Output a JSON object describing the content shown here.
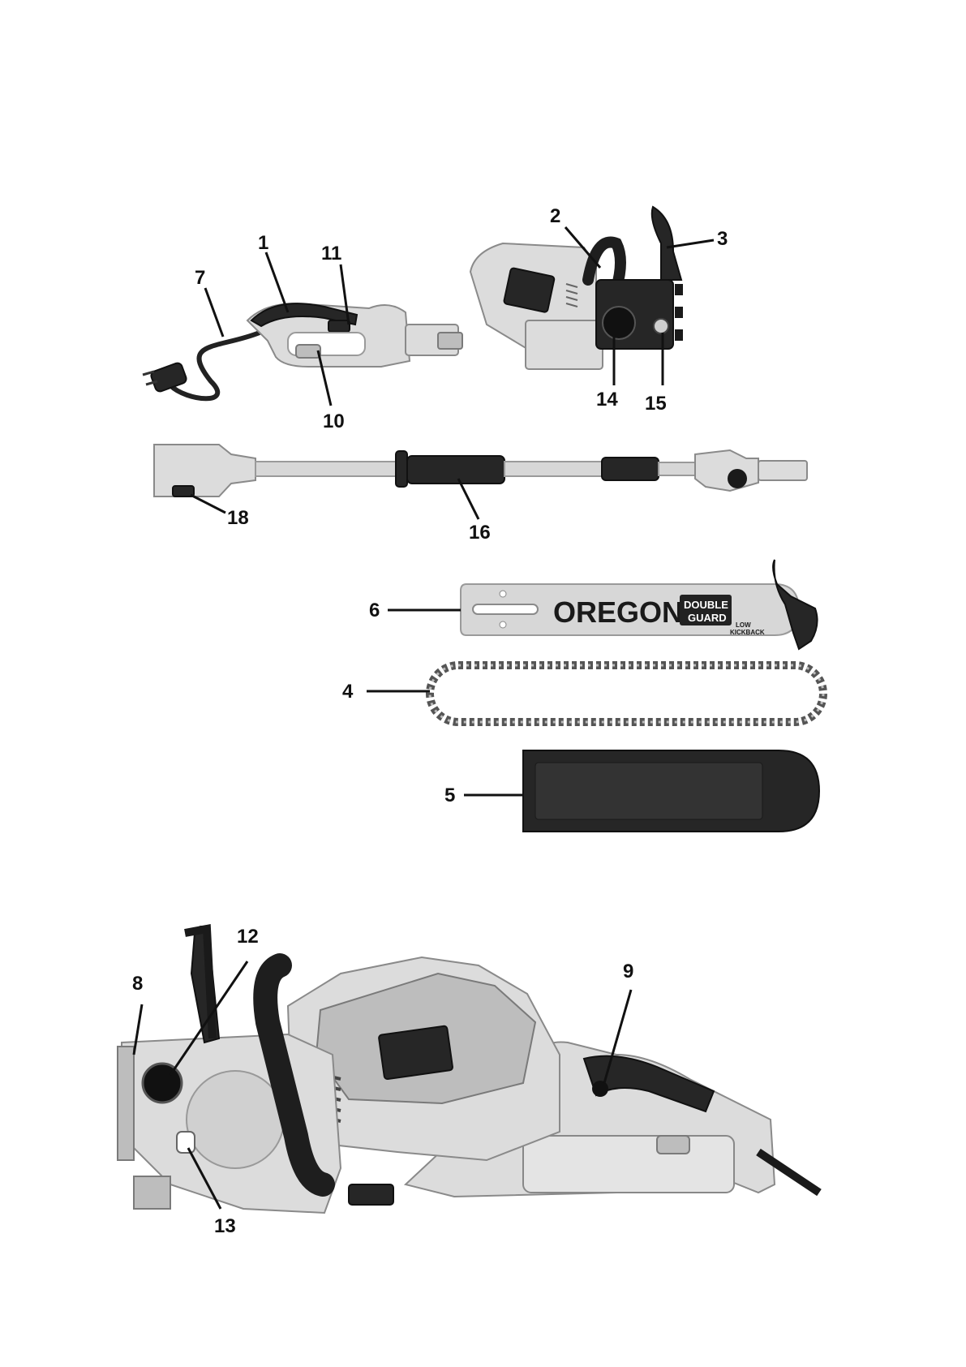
{
  "callouts": {
    "c1": "1",
    "c2": "2",
    "c3": "3",
    "c4": "4",
    "c5": "5",
    "c6": "6",
    "c7": "7",
    "c8": "8",
    "c9": "9",
    "c10": "10",
    "c11": "11",
    "c12": "12",
    "c13": "13",
    "c14": "14",
    "c15": "15",
    "c16": "16",
    "c18": "18"
  },
  "guide_bar": {
    "brand": "OREGON",
    "badge_line1": "DOUBLE",
    "badge_line2": "GUARD",
    "low_kickback_line1": "LOW",
    "low_kickback_line2": "KICKBACK"
  },
  "colors": {
    "housing": "#dcdcdc",
    "grip": "#262626",
    "outline": "#8a8a8a"
  }
}
